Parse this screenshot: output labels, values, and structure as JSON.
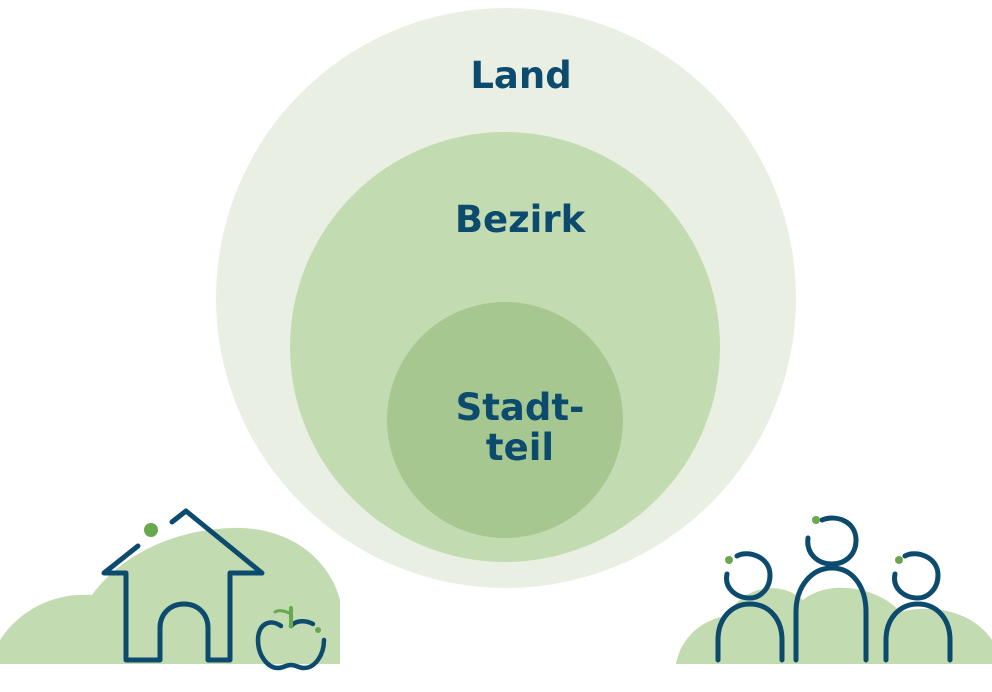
{
  "diagram": {
    "levels": [
      {
        "label": "Land"
      },
      {
        "label": "Bezirk"
      },
      {
        "label": "Stadt-\nteil"
      }
    ],
    "stadtteil_line1": "Stadt-",
    "stadtteil_line2": "teil"
  },
  "colors": {
    "outer_circle": "#e9f0e3",
    "middle_circle": "#c3dbb1",
    "inner_circle": "#a6c890",
    "label_text": "#0c4b6e",
    "icon_stroke": "#0c4b6e",
    "icon_accent": "#6aa84f",
    "hill": "#c3dbb1"
  },
  "icons": [
    "house-icon",
    "apple-icon",
    "people-icon"
  ]
}
